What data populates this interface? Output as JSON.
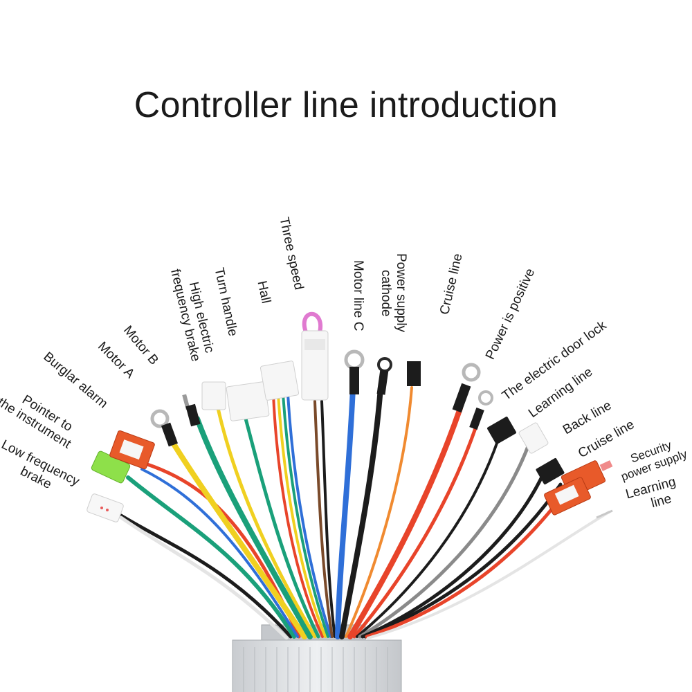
{
  "title": "Controller line introduction",
  "labels": {
    "low_frequency_brake": [
      "Low frequency",
      "brake"
    ],
    "pointer_instrument": [
      "Pointer to",
      "the instrument"
    ],
    "burglar_alarm": [
      "Burglar alarm"
    ],
    "motor_a": [
      "Motor A"
    ],
    "motor_b": [
      "Motor B"
    ],
    "high_freq_brake": [
      "High electric",
      "frequency brake"
    ],
    "turn_handle": [
      "Turn handle"
    ],
    "hall": [
      "Hall"
    ],
    "three_speed": [
      "Three speed"
    ],
    "motor_c": [
      "Motor line C"
    ],
    "power_cathode": [
      "Power supply",
      "cathode"
    ],
    "cruise_1": [
      "Cruise line"
    ],
    "power_positive": [
      "Power is positive"
    ],
    "door_lock": [
      "The electric door lock"
    ],
    "learning_1": [
      "Learning line"
    ],
    "back_line": [
      "Back line"
    ],
    "cruise_2": [
      "Cruise line"
    ],
    "security_power": [
      "Security",
      "power supply"
    ],
    "learning_2": [
      "Learning",
      "line"
    ]
  },
  "colors": {
    "red": "#e8442a",
    "black": "#1c1c1c",
    "yellow": "#f0d020",
    "green": "#1aa07a",
    "blue": "#2f6fd8",
    "white": "#efefef",
    "grey": "#8a8a8a",
    "orange": "#f08a30",
    "brown": "#7a4a2a",
    "pink": "#e07ad0",
    "connector_red": "#e85a2a",
    "connector_green": "#8ee04a",
    "housing": "#d9dcdf"
  }
}
